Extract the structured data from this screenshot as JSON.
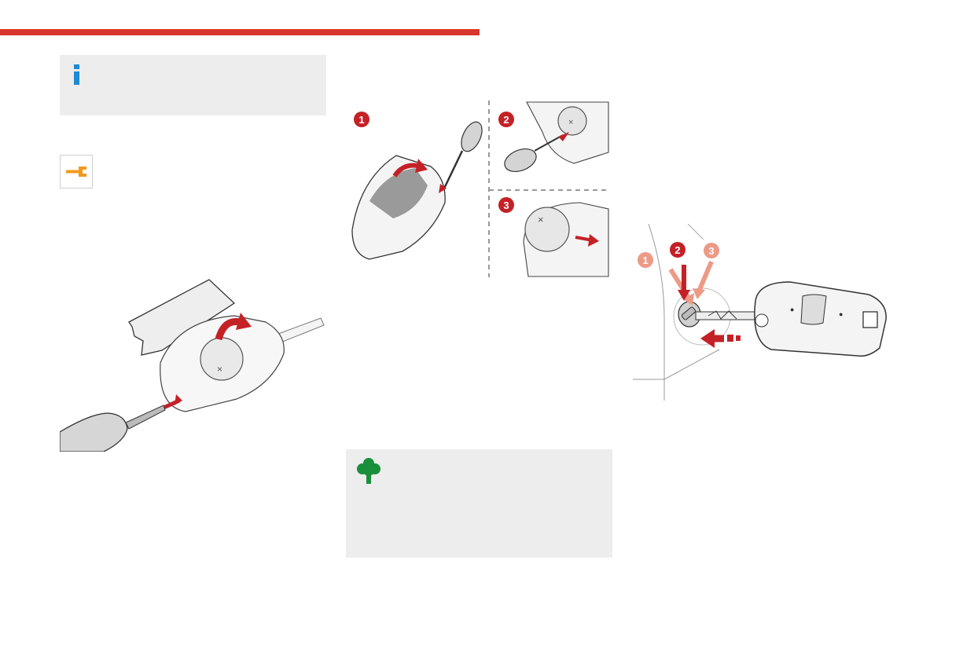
{
  "step_markers": {
    "battery_steps": [
      "1",
      "2",
      "3"
    ],
    "ignition_steps": [
      "1",
      "2",
      "3"
    ]
  },
  "icons": {
    "info": "info-icon",
    "maintenance": "wrench-icon",
    "eco": "tree-icon"
  },
  "colors": {
    "header_bar": "#d8372b",
    "info_icon": "#1f89d4",
    "wrench_icon": "#f39a1d",
    "eco_icon": "#1a8f3c",
    "step_marker": "#c42127",
    "step_marker_faded": "#ec9a86",
    "note_box": "#ededed"
  }
}
